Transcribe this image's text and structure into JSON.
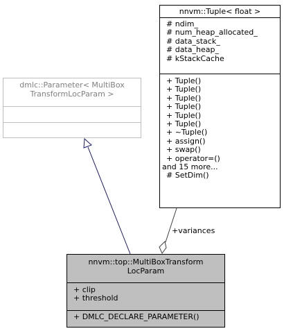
{
  "classes": {
    "tuple": {
      "title": "nnvm::Tuple< float >",
      "attributes": [
        "# ndim_",
        "# num_heap_allocated_",
        "# data_stack_",
        "# data_heap_",
        "# kStackCache"
      ],
      "methods": [
        "+ Tuple()",
        "+ Tuple()",
        "+ Tuple()",
        "+ Tuple()",
        "+ Tuple()",
        "+ Tuple()",
        "+ ~Tuple()",
        "+ assign()",
        "+ swap()",
        "+ operator=()",
        "and 15 more...",
        "# SetDim()"
      ]
    },
    "parameter": {
      "title_lines": [
        "dmlc::Parameter< MultiBox",
        "TransformLocParam >"
      ],
      "attributes": [],
      "methods": []
    },
    "focus": {
      "title_lines": [
        "nnvm::top::MultiBoxTransform",
        "LocParam"
      ],
      "attributes": [
        "+ clip",
        "+ threshold"
      ],
      "methods": [
        "+ DMLC_DECLARE_PARAMETER()"
      ]
    }
  },
  "edges": {
    "variances_label": "+variances"
  },
  "colors": {
    "focus_fill": "#bfbfbf",
    "inherit_arrow": "#191970",
    "gray_border": "#bfbfbf",
    "gray_text": "#808080"
  }
}
